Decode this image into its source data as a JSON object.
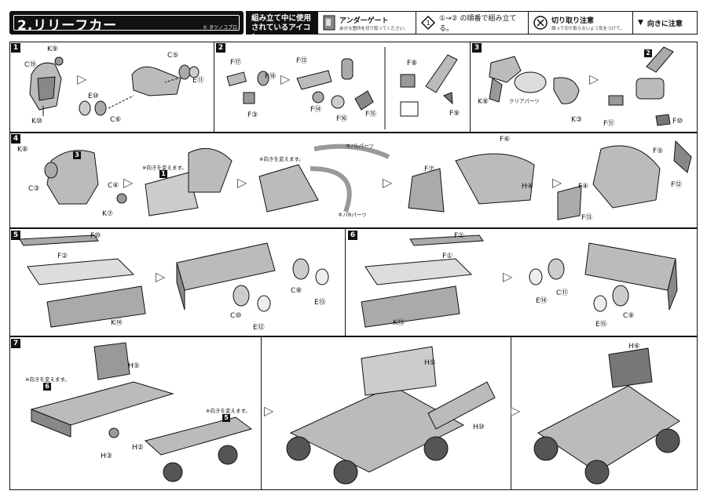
{
  "title": "2.リリーフカー",
  "copyright": "© タツノコプロ",
  "icons": {
    "header": "組み立て中に使用されているアイコン",
    "undergate": {
      "label": "アンダーゲート",
      "note": "余分な箇所を切り取ってください。"
    },
    "order": {
      "label": "①→② の順番で組み立てる。"
    },
    "cut": {
      "label": "切り取り注意",
      "note": "誤って切り取らないよう気をつけて。"
    },
    "direction": {
      "label": "向きに注意"
    }
  },
  "steps": [
    "1",
    "2",
    "3",
    "4",
    "5",
    "6",
    "7"
  ],
  "notes": {
    "flip": "※向きを変えます。",
    "kiba_l": "キバLパーツ",
    "kiba_r": "キバRパーツ",
    "clear": "クリアパーツ"
  },
  "parts": {
    "s1": [
      "K⑨",
      "C⑲",
      "K⑩",
      "C⑤",
      "E⑪",
      "E⑩",
      "C⑥"
    ],
    "s2": [
      "F⑰",
      "F⑱",
      "F③",
      "F⑬",
      "F⑭",
      "F⑯",
      "F⑮",
      "F⑧",
      "F⑨"
    ],
    "s3": [
      "K⑧",
      "K③",
      "F⑪",
      "F⑩"
    ],
    "s4": [
      "K⑥",
      "C③",
      "C④",
      "K⑦",
      "F⑥",
      "F⑦",
      "H④",
      "F⑤",
      "F⑫",
      "F④",
      "F⑬"
    ],
    "s5": [
      "F⑩",
      "F②",
      "K⑭",
      "C⑩",
      "E⑫",
      "C⑧",
      "E⑬"
    ],
    "s6": [
      "F①",
      "F①",
      "K⑬",
      "E⑭",
      "C⑪",
      "E⑮",
      "C⑨"
    ],
    "s7": [
      "H⑤",
      "H③",
      "H②",
      "H⑨",
      "H⑩",
      "H⑥"
    ]
  }
}
